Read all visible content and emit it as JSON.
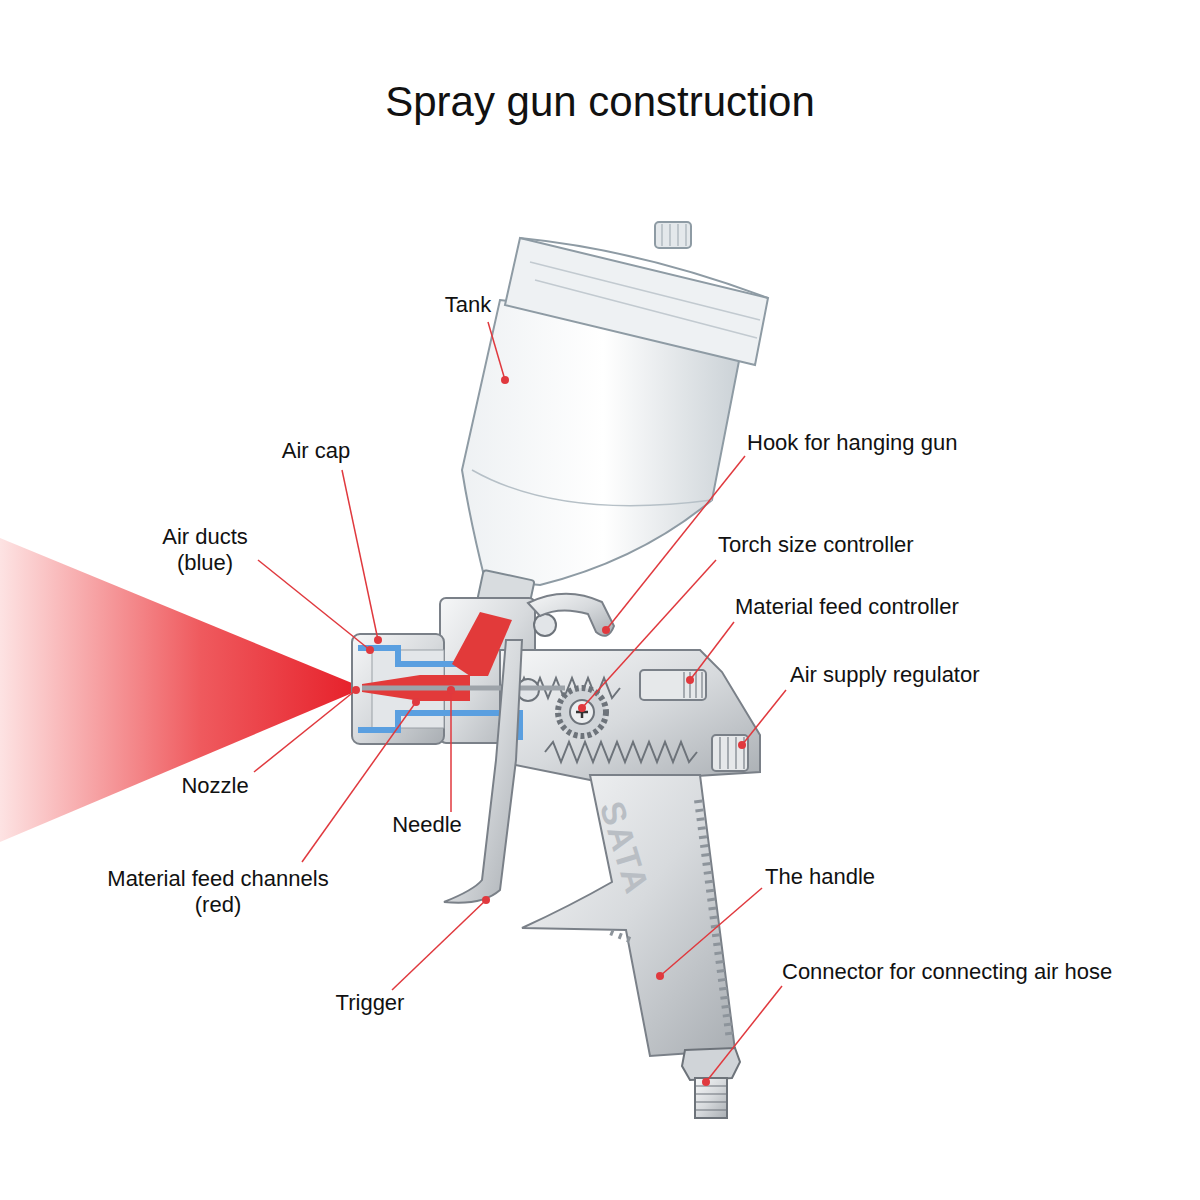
{
  "diagram": {
    "title": "Spray gun construction",
    "labels": [
      "Tank",
      "Air cap",
      "Hook for hanging gun",
      "Air ducts (blue)",
      "Torch size controller",
      "Material feed controller",
      "Air supply regulator",
      "Nozzle",
      "Needle",
      "Material feed channels (red)",
      "The handle",
      "Trigger",
      "Connector for connecting air hose",
      "SATA"
    ]
  }
}
